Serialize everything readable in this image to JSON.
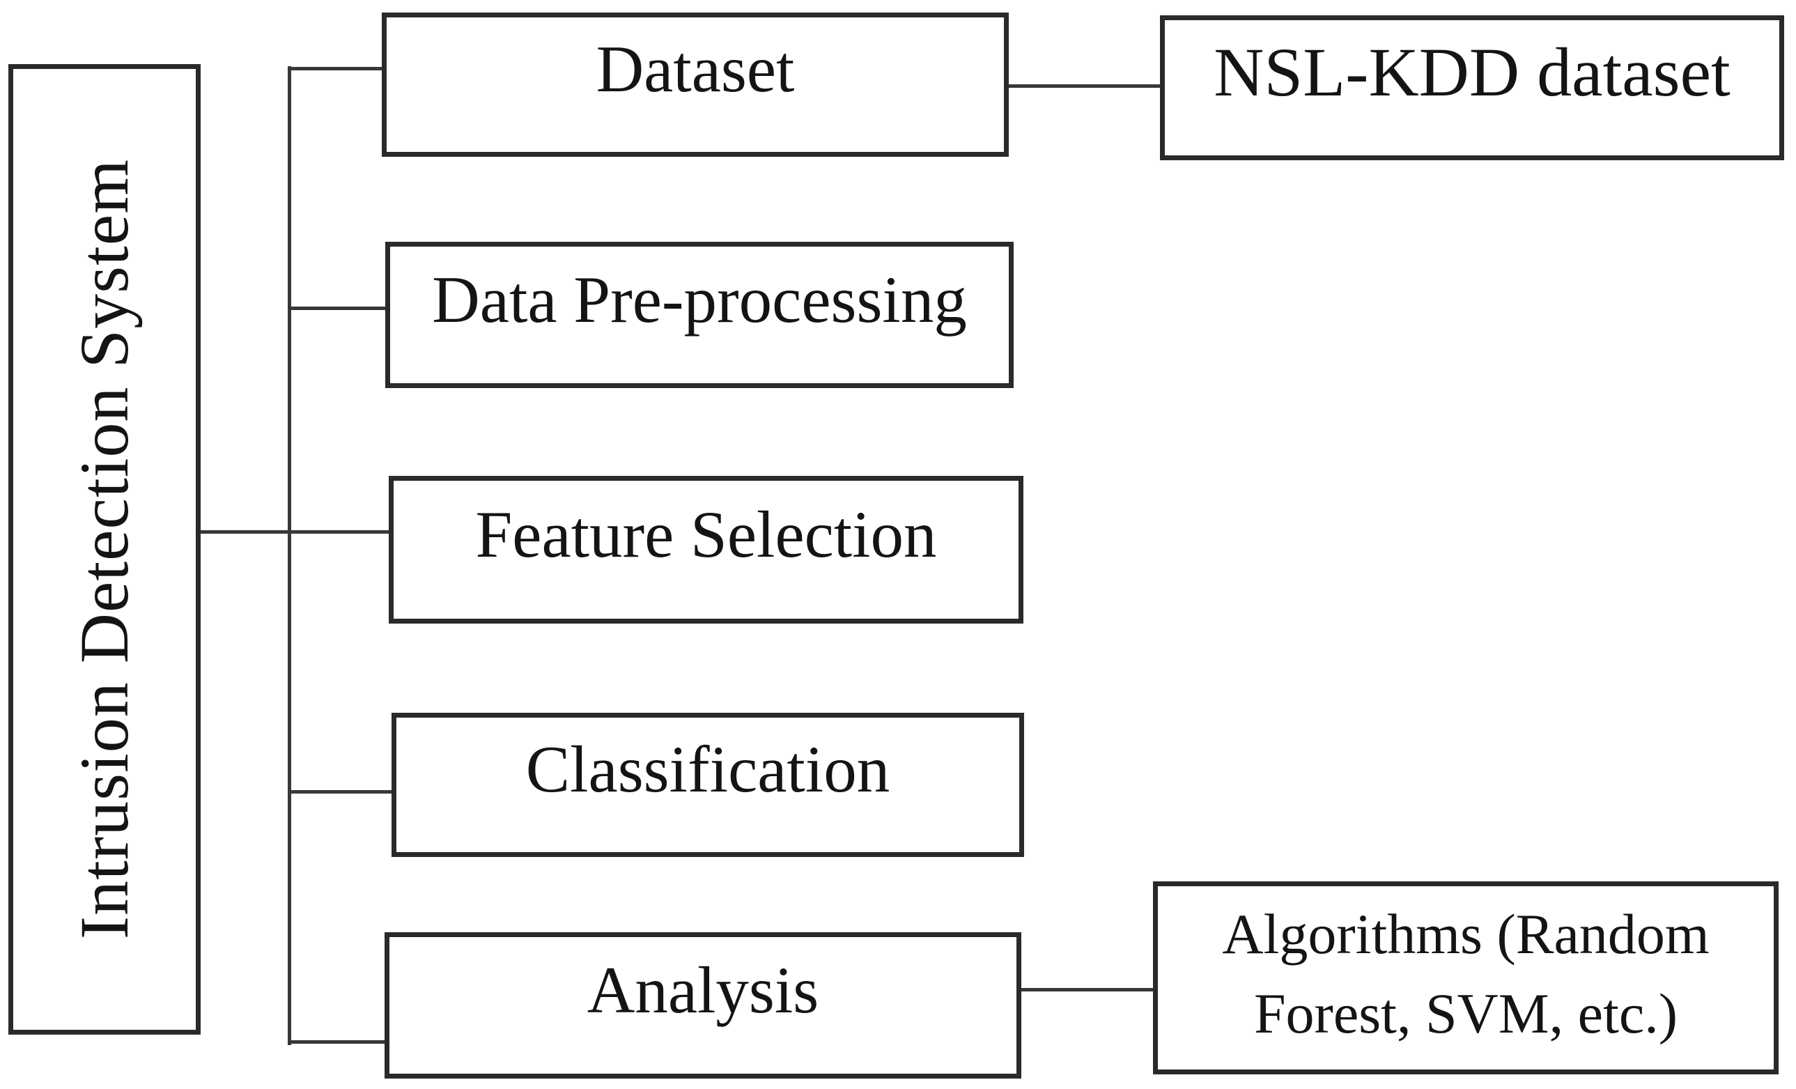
{
  "diagram": {
    "root": {
      "label": "Intrusion Detection System"
    },
    "stages": [
      {
        "label": "Dataset"
      },
      {
        "label": "Data Pre-processing"
      },
      {
        "label": "Feature Selection"
      },
      {
        "label": "Classification"
      },
      {
        "label": "Analysis"
      }
    ],
    "details": [
      {
        "label": "NSL-KDD dataset",
        "connects_to": "Dataset"
      },
      {
        "label": "Algorithms (Random Forest, SVM, etc.)",
        "connects_to": "Analysis"
      }
    ],
    "colors": {
      "box_border": "#2a2a2a",
      "connector": "#383838",
      "background": "#ffffff",
      "text": "#141414"
    }
  }
}
